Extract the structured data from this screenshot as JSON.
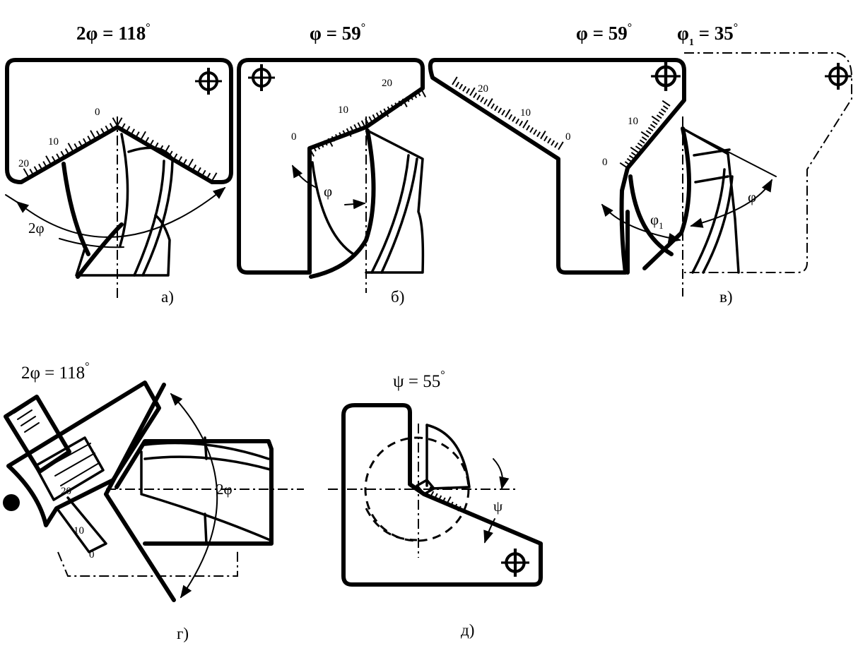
{
  "figures": {
    "a": {
      "title": "2φ = 118",
      "degree": "°",
      "caption": "а)",
      "angle_label": "2φ",
      "scale": [
        "0",
        "10",
        "20"
      ]
    },
    "b": {
      "title": "φ = 59",
      "degree": "°",
      "caption": "б)",
      "angle_label": "φ",
      "scale": [
        "0",
        "10",
        "20"
      ]
    },
    "v": {
      "title_left": "φ = 59",
      "title_right_prefix": "φ",
      "title_right_sub": "1",
      "title_right_value": " = 35",
      "degree": "°",
      "caption": "в)",
      "angle_label": "φ",
      "angle_label_sub": "φ",
      "angle_label_sub_index": "1",
      "scale_left": [
        "20",
        "10",
        "0"
      ],
      "scale_right": [
        "10",
        "0"
      ]
    },
    "g": {
      "title": "2φ = 118",
      "degree": "°",
      "caption": "г)",
      "angle_label": "2φ",
      "scale": [
        "10",
        "0",
        "20"
      ]
    },
    "d": {
      "title": "ψ = 55",
      "degree": "°",
      "caption": "д)",
      "angle_label": "ψ"
    }
  }
}
